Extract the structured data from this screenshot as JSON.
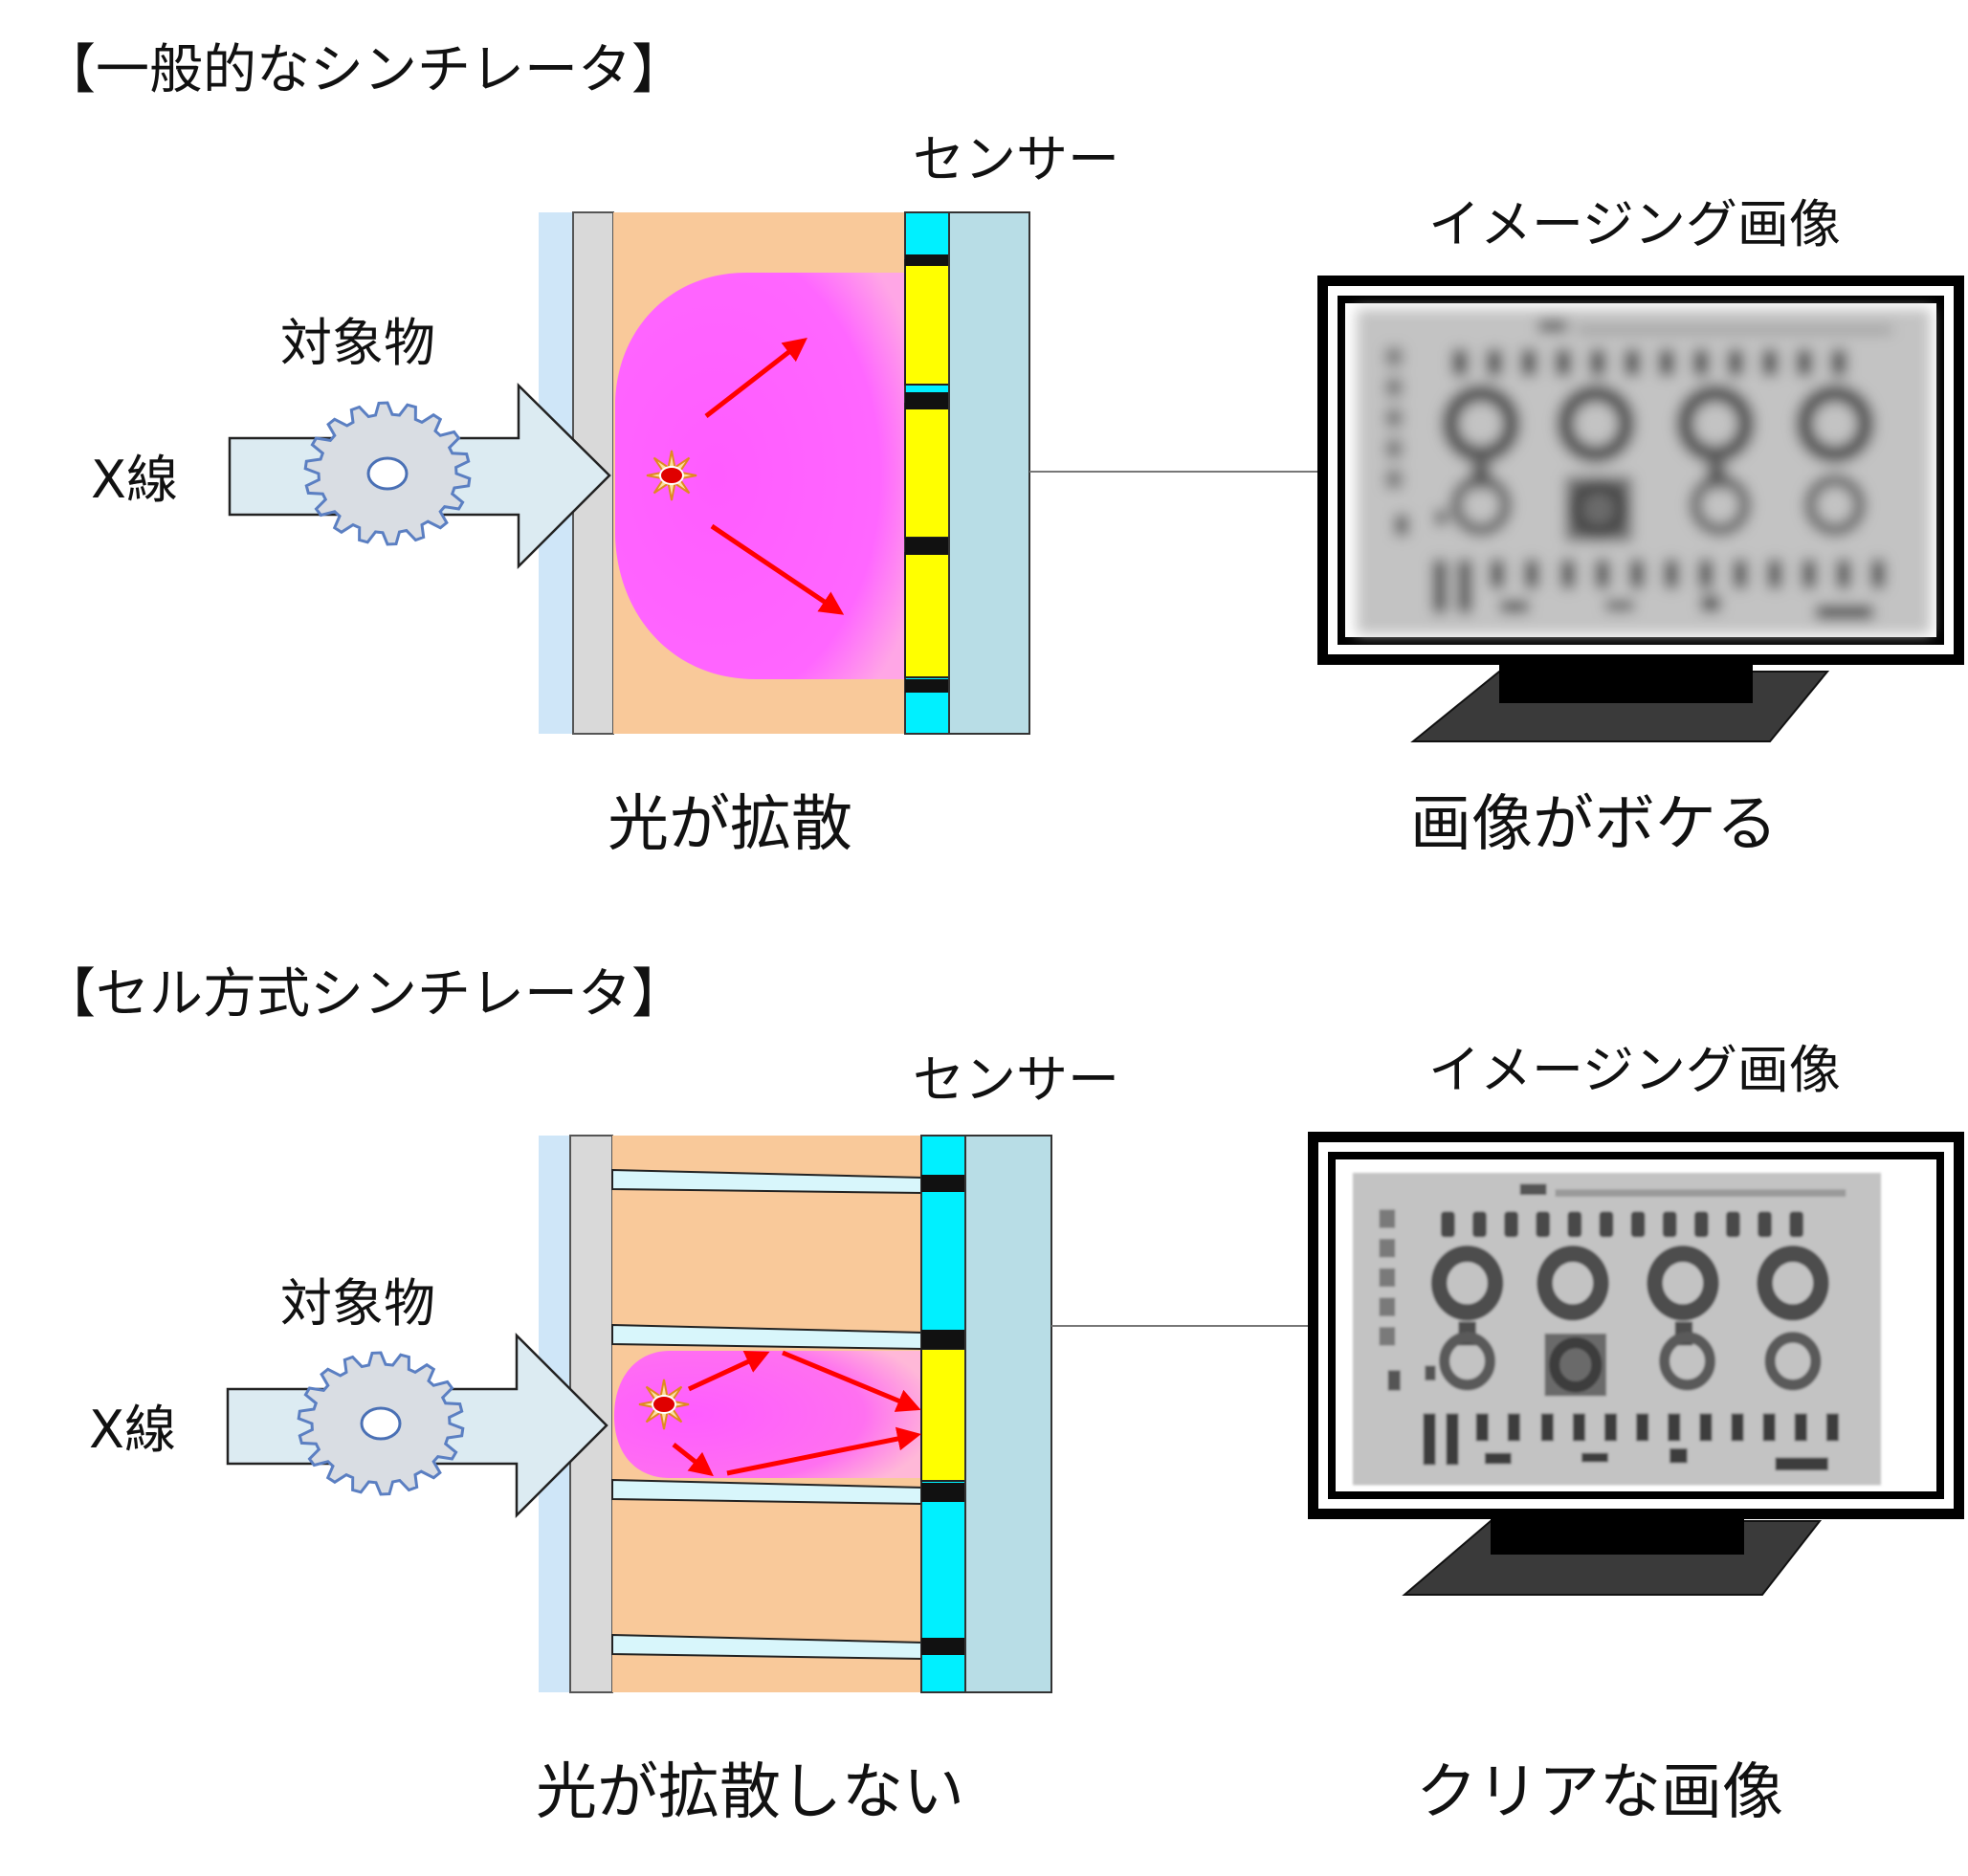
{
  "panels": [
    {
      "heading": "【一般的なシンチレータ】",
      "sensor_label": "センサー",
      "object_label": "対象物",
      "xray_label": "X線",
      "imaging_label": "イメージング画像",
      "caption_left": "光が拡散",
      "caption_right": "画像がボケる",
      "image_quality": "blurred"
    },
    {
      "heading": "【セル方式シンチレータ】",
      "sensor_label": "センサー",
      "object_label": "対象物",
      "xray_label": "X線",
      "imaging_label": "イメージング画像",
      "caption_left": "光が拡散しない",
      "caption_right": "クリアな画像",
      "image_quality": "clear"
    }
  ],
  "colors": {
    "scintillator": "#f9c99a",
    "glow": "#ff66ff",
    "sensor_cyan": "#00f0ff",
    "sensor_yellow": "#ffff00",
    "substrate": "#b8dde6",
    "front_plate": "#d9d9d9",
    "front_film": "#cfe6f8",
    "xray_arrow": "#dcebf2",
    "arrow_red": "#ff0000",
    "gear": "#d9dde3",
    "gear_outline": "#5b7fc2"
  },
  "icons": [
    "gear-icon",
    "flash-icon",
    "monitor-icon"
  ]
}
